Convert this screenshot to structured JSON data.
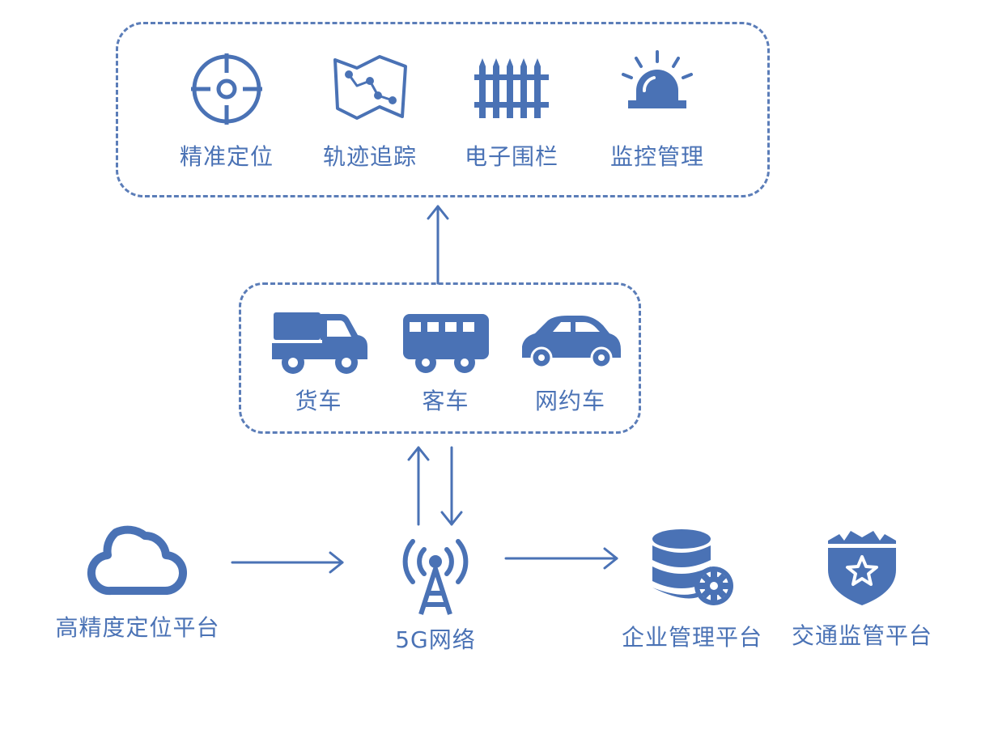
{
  "functions": [
    {
      "label": "精准定位",
      "icon": "crosshair-icon"
    },
    {
      "label": "轨迹追踪",
      "icon": "map-route-icon"
    },
    {
      "label": "电子围栏",
      "icon": "fence-icon"
    },
    {
      "label": "监控管理",
      "icon": "alarm-light-icon"
    }
  ],
  "vehicles": [
    {
      "label": "货车",
      "icon": "truck-icon"
    },
    {
      "label": "客车",
      "icon": "bus-icon"
    },
    {
      "label": "网约车",
      "icon": "car-icon"
    }
  ],
  "platforms": {
    "positioning": {
      "label": "高精度定位平台",
      "icon": "cloud-icon"
    },
    "network": {
      "label": "5G网络",
      "icon": "signal-tower-icon"
    },
    "enterprise": {
      "label": "企业管理平台",
      "icon": "database-gear-icon"
    },
    "traffic": {
      "label": "交通监管平台",
      "icon": "police-shield-icon"
    }
  },
  "colors": {
    "primary": "#4a72b5",
    "dashed_border": "#5b7db8"
  }
}
